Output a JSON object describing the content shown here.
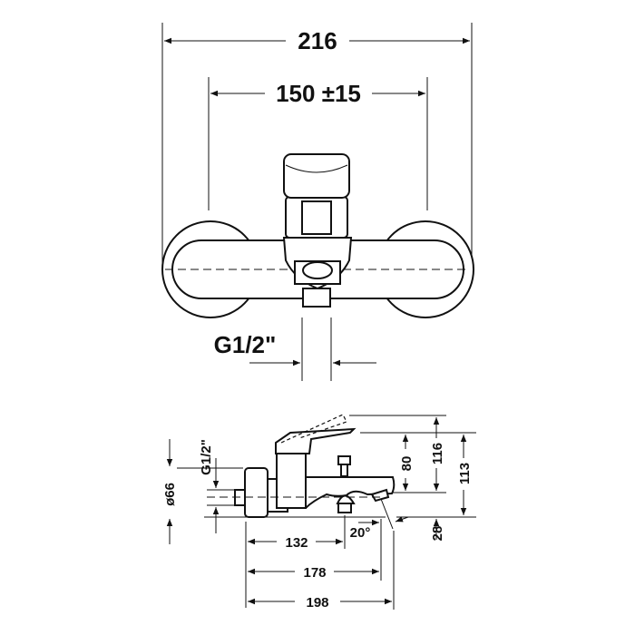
{
  "front_view": {
    "overall_width": "216",
    "connection_centers": "150 ±15",
    "thread": "G1/2\""
  },
  "side_view": {
    "rosette_diameter": "ø66",
    "thread": "G1/2\"",
    "dim_132": "132",
    "dim_178": "178",
    "dim_198": "198",
    "dim_80": "80",
    "dim_116": "116",
    "dim_113": "113",
    "dim_28": "28",
    "spout_angle": "20°"
  },
  "colors": {
    "line": "#111111",
    "background": "#ffffff"
  }
}
